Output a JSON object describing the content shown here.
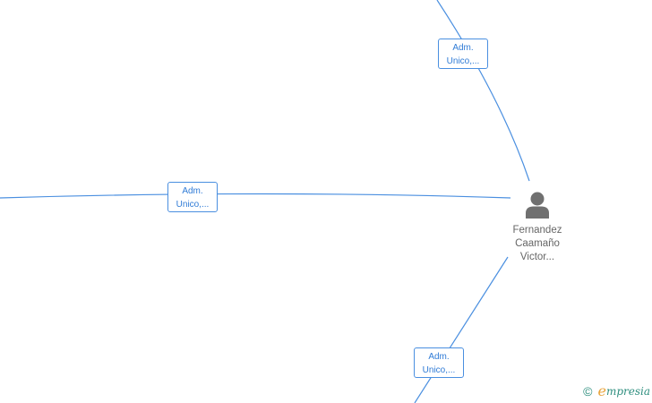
{
  "edges": [
    {
      "label_line1": "Adm.",
      "label_line2": "Unico,..."
    },
    {
      "label_line1": "Adm.",
      "label_line2": "Unico,..."
    },
    {
      "label_line1": "Adm.",
      "label_line2": "Unico,..."
    }
  ],
  "person": {
    "name_line1": "Fernandez",
    "name_line2": "Caamaño",
    "name_line3": "Victor..."
  },
  "watermark": {
    "copyright_symbol": "©",
    "brand_initial": "e",
    "brand_rest": "mpresia"
  },
  "colors": {
    "edge": "#4a8fe0",
    "label_text": "#2f7bd6",
    "person_icon": "#707070",
    "brand_accent": "#e8a33a",
    "brand_main": "#2f8f7f"
  }
}
